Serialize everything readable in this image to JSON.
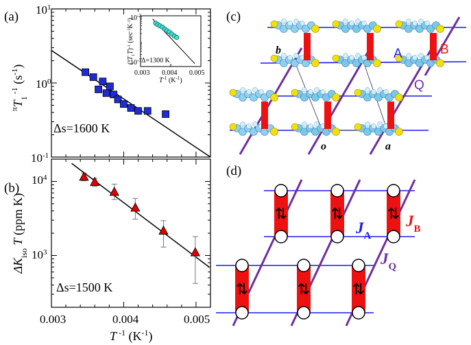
{
  "panels": {
    "a": "(a)",
    "b": "(b)",
    "c": "(c)",
    "d": "(d)"
  },
  "chart_data": [
    {
      "type": "scatter",
      "panel": "(a)",
      "ylabel": "πT1⁻¹ (s⁻¹)",
      "yscale": "log",
      "ylim": [
        0.1,
        10
      ],
      "xlim": [
        0.003,
        0.0052
      ],
      "yticks": [
        "10⁻¹",
        "10⁰",
        "10¹"
      ],
      "annotation": "Δs=1600 K",
      "x": [
        0.00347,
        0.00358,
        0.00365,
        0.00371,
        0.00376,
        0.00381,
        0.00386,
        0.00392,
        0.004,
        0.0041,
        0.0042,
        0.00433,
        0.00458
      ],
      "y": [
        1.4,
        1.2,
        0.82,
        1.05,
        0.73,
        0.9,
        0.7,
        0.6,
        0.52,
        0.46,
        0.42,
        0.42,
        0.38
      ],
      "fit_line": {
        "x": [
          0.003,
          0.0052
        ],
        "y": [
          2.75,
          0.09
        ]
      },
      "marker_color": "#1f2bd6"
    },
    {
      "type": "scatter",
      "panel": "(a) inset",
      "ylabel": "(⁸T1T)⁻¹ (sec⁻¹K⁻¹)",
      "xlabel": "T⁻¹ (K⁻¹)",
      "yscale": "log",
      "ylim": [
        0.0001,
        0.01
      ],
      "xlim": [
        0.003,
        0.005
      ],
      "xticks": [
        "0.003",
        "0.004",
        "0.005"
      ],
      "yticks": [
        "10⁻³",
        "10⁻²"
      ],
      "annotation": "Δ=1300 K",
      "x": [
        0.0035,
        0.00357,
        0.00364,
        0.00372,
        0.0038,
        0.00387,
        0.00395,
        0.00403,
        0.00412,
        0.0042
      ],
      "y": [
        0.0051,
        0.0045,
        0.004,
        0.0036,
        0.003,
        0.0026,
        0.0023,
        0.0019,
        0.0016,
        0.0014
      ],
      "fit_line": {
        "x": [
          0.0034,
          0.0048
        ],
        "y": [
          0.0075,
          0.00013
        ]
      },
      "marker_color": "#40e0d0"
    },
    {
      "type": "scatter",
      "panel": "(b)",
      "xlabel": "T⁻¹ (K⁻¹)",
      "ylabel": "ΔKisoT (ppm K)",
      "yscale": "log",
      "ylim": [
        200,
        20000
      ],
      "xlim": [
        0.003,
        0.0052
      ],
      "xticks": [
        "0.003",
        "0.004",
        "0.005"
      ],
      "yticks": [
        "10³",
        "10⁴"
      ],
      "annotation": "Δs=1500 K",
      "x": [
        0.00345,
        0.0036,
        0.00387,
        0.00416,
        0.00455,
        0.00499
      ],
      "y": [
        11500,
        9800,
        7200,
        4400,
        2150,
        1100
      ],
      "err_low": [
        10200,
        8600,
        5700,
        3100,
        1300,
        420
      ],
      "err_high": [
        13000,
        11000,
        9200,
        5900,
        2950,
        1800
      ],
      "fit_line": {
        "x": [
          0.00328,
          0.00518
        ],
        "y": [
          17500,
          700
        ]
      },
      "marker_color": "#e00000"
    }
  ],
  "structure": {
    "labels": {
      "b": "b",
      "a": "a",
      "o": "o",
      "A": "A",
      "B": "B",
      "Q": "Q"
    },
    "colors": {
      "chain": "#1a1ae6",
      "dimer": "#ee1111",
      "diag": "#6b2fa0",
      "sulfur": "#f0e010",
      "cation": "#7cc8ea"
    }
  },
  "model": {
    "labels": {
      "JA": "J",
      "JA_sub": "A",
      "JB": "J",
      "JB_sub": "B",
      "JQ": "J",
      "JQ_sub": "Q"
    },
    "spin_arrow": "⇅",
    "colors": {
      "chain": "#1a1ae6",
      "dimer": "#ee1111",
      "diag": "#6b2fa0"
    }
  }
}
